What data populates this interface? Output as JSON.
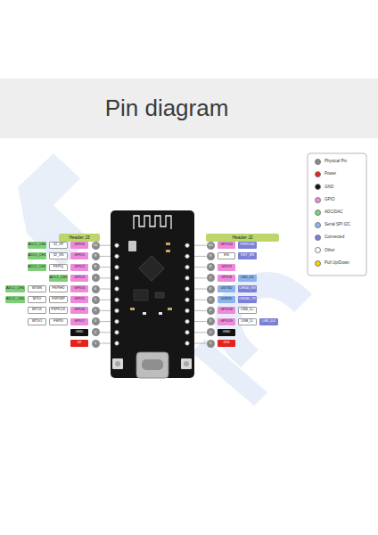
{
  "diagram": {
    "title": "Pin diagram",
    "nodes": [
      {
        "text": [
          "Header J3"
        ]
      },
      {
        "text": [
          "Header J2"
        ]
      },
      {
        "text": [
          "ADC1_CH0"
        ]
      },
      {
        "text": [
          "32_XP"
        ]
      },
      {
        "text": [
          "GPIO0"
        ]
      },
      {
        "text": [
          "10"
        ]
      },
      {
        "text": [
          "10"
        ]
      },
      {
        "text": [
          "GPIO10"
        ]
      },
      {
        "text": [
          "FSPICS0"
        ]
      },
      {
        "text": [
          "ADC1_CH1"
        ]
      },
      {
        "text": [
          "32_XN"
        ]
      },
      {
        "text": [
          "GPIO1"
        ]
      },
      {
        "text": [
          "9"
        ]
      },
      {
        "text": [
          "9"
        ]
      },
      {
        "text": [
          "EN"
        ]
      },
      {
        "text": [
          "RST_EN"
        ]
      },
      {
        "text": [
          "ADC1_CH2"
        ]
      },
      {
        "text": [
          "FSPIQ"
        ]
      },
      {
        "text": [
          "GPIO2"
        ]
      },
      {
        "text": [
          "8"
        ]
      },
      {
        "text": [
          "8"
        ]
      },
      {
        "text": [
          "GPIO9"
        ]
      },
      {
        "text": [
          "ADC1_CH3"
        ]
      },
      {
        "text": [
          "GPIO3"
        ]
      },
      {
        "text": [
          "7"
        ]
      },
      {
        "text": [
          "7"
        ]
      },
      {
        "text": [
          "GPIO8"
        ]
      },
      {
        "text": [
          "LED_D5"
        ]
      },
      {
        "text": [
          "ADC1_CH4"
        ]
      },
      {
        "text": [
          "MTMS"
        ]
      },
      {
        "text": [
          "FSPIHD"
        ]
      },
      {
        "text": [
          "GPIO4"
        ]
      },
      {
        "text": [
          "6"
        ]
      },
      {
        "text": [
          "6"
        ]
      },
      {
        "text": [
          "U0TXD"
        ]
      },
      {
        "text": [
          "CH340_RX"
        ]
      },
      {
        "text": [
          "ADC2_CH0"
        ]
      },
      {
        "text": [
          "MTDI"
        ]
      },
      {
        "text": [
          "FSPIWP"
        ]
      },
      {
        "text": [
          "GPIO5"
        ]
      },
      {
        "text": [
          "5"
        ]
      },
      {
        "text": [
          "5"
        ]
      },
      {
        "text": [
          "U0RXD"
        ]
      },
      {
        "text": [
          "CH340_TX"
        ]
      },
      {
        "text": [
          "MTCK"
        ]
      },
      {
        "text": [
          "FSPICLK"
        ]
      },
      {
        "text": [
          "GPIO6"
        ]
      },
      {
        "text": [
          "4"
        ]
      },
      {
        "text": [
          "4"
        ]
      },
      {
        "text": [
          "GPIO18"
        ]
      },
      {
        "text": [
          "USB_D+"
        ]
      },
      {
        "text": [
          "MTDO"
        ]
      },
      {
        "text": [
          "FSPID"
        ]
      },
      {
        "text": [
          "GPIO7"
        ]
      },
      {
        "text": [
          "3"
        ]
      },
      {
        "text": [
          "3"
        ]
      },
      {
        "text": [
          "GPIO19"
        ]
      },
      {
        "text": [
          "USB_D-"
        ]
      },
      {
        "text": [
          "LED_D4"
        ]
      },
      {
        "text": [
          "GND"
        ]
      },
      {
        "text": [
          "2"
        ]
      },
      {
        "text": [
          "2"
        ]
      },
      {
        "text": [
          "GND"
        ]
      },
      {
        "text": [
          "5V"
        ]
      },
      {
        "text": [
          "1"
        ]
      },
      {
        "text": [
          "1"
        ]
      },
      {
        "text": [
          "3V3"
        ]
      }
    ],
    "legend": [
      {
        "text": "Physical Pin",
        "color": "#8a8a8a"
      },
      {
        "text": "Power",
        "color": "#e3241b"
      },
      {
        "text": "GND",
        "color": "#111111"
      },
      {
        "text": "GPIO",
        "color": "#ee8ad9"
      },
      {
        "text": "ADC/DAC",
        "color": "#7fcf7a"
      },
      {
        "text": "Serial SPI I2C",
        "color": "#8db3ec"
      },
      {
        "text": "Connected",
        "color": "#7b7fd6"
      },
      {
        "text": "Other",
        "color": "#ffffff"
      },
      {
        "text": "Pull Up/Down",
        "color": "#f2d300"
      }
    ]
  }
}
